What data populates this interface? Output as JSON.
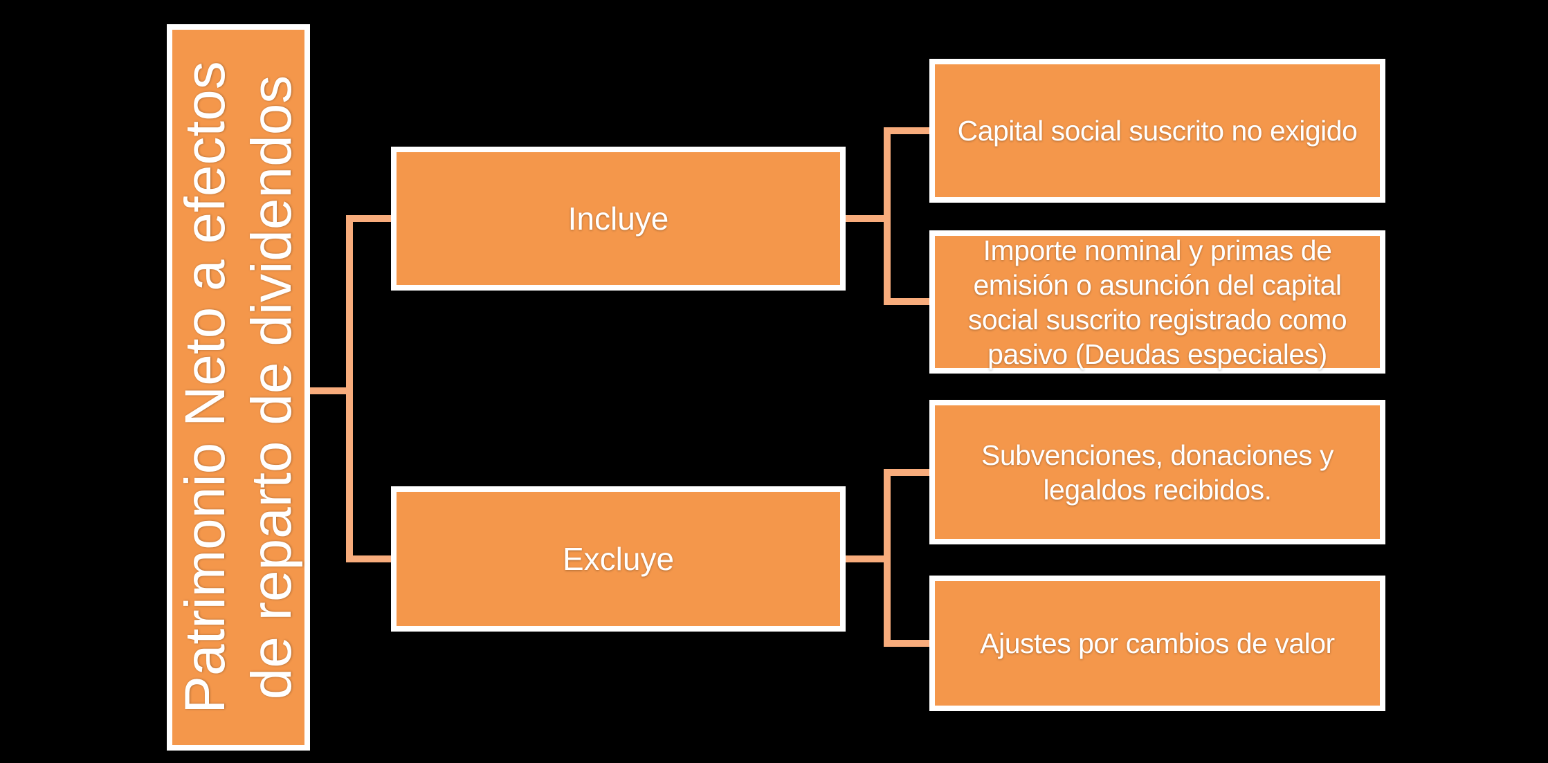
{
  "colors": {
    "background": "#000000",
    "node_fill": "#F4974B",
    "node_border": "#FFFFFF",
    "connector": "#F8AC7C",
    "text": "#FFFFFF"
  },
  "diagram": {
    "root": {
      "label": "Patrimonio Neto a efectos\nde reparto de dividendos"
    },
    "branches": [
      {
        "label": "Incluye",
        "children": [
          "Capital social suscrito no exigido",
          "Importe nominal y primas de\nemisión o asunción del capital\nsocial suscrito registrado como\npasivo (Deudas especiales)"
        ]
      },
      {
        "label": "Excluye",
        "children": [
          "Subvenciones, donaciones y\nlegaldos recibidos.",
          "Ajustes por cambios de valor"
        ]
      }
    ]
  }
}
